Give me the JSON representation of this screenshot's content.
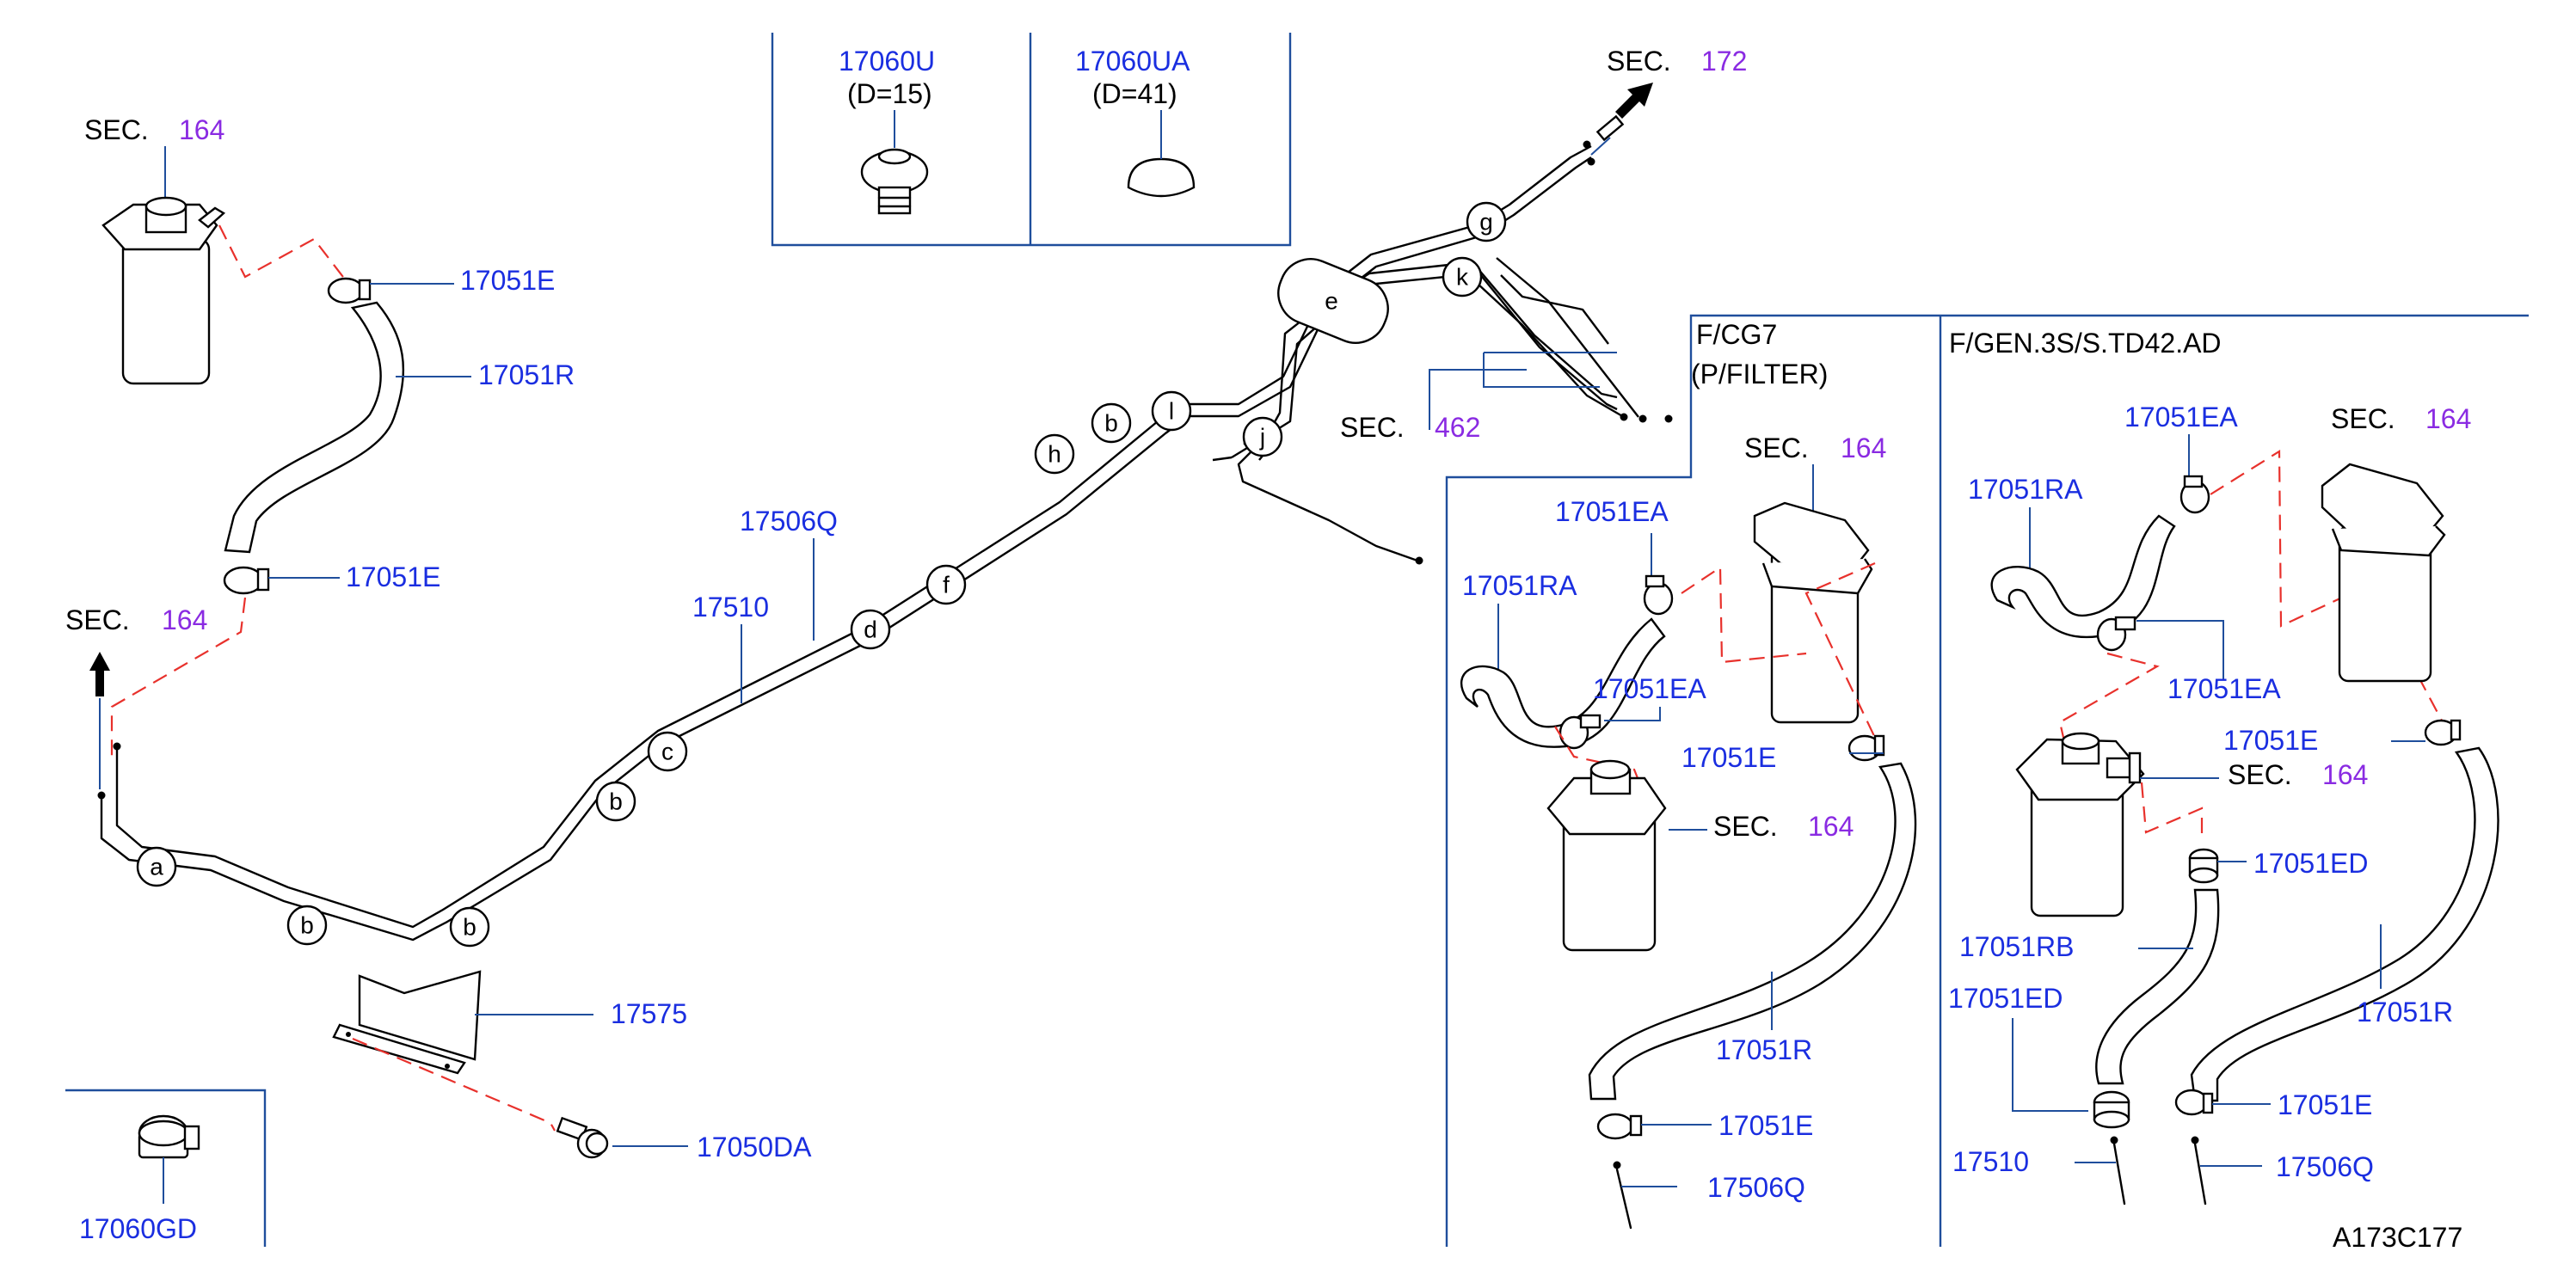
{
  "sec_word": "SEC.",
  "sec_numbers": {
    "s164": "164",
    "s172": "172",
    "s462": "462"
  },
  "part_numbers": {
    "p17060U": "17060U",
    "p17060UA": "17060UA",
    "p17051E": "17051E",
    "p17051R": "17051R",
    "p17506Q": "17506Q",
    "p17510": "17510",
    "p17575": "17575",
    "p17050DA": "17050DA",
    "p17060GD": "17060GD",
    "p17051EA": "17051EA",
    "p17051RA": "17051RA",
    "p17051ED": "17051ED",
    "p17051RB": "17051RB"
  },
  "dimensions": {
    "d15": "(D=15)",
    "d41": "(D=41)"
  },
  "variants": {
    "cg7_line1": "F/CG7",
    "cg7_line2": "(P/FILTER)",
    "gen3s": "F/GEN.3S/S.TD42.AD"
  },
  "clip_letters": [
    "a",
    "b",
    "c",
    "d",
    "e",
    "f",
    "g",
    "h",
    "j",
    "k",
    "l"
  ],
  "diagram_id": "A173C177",
  "colors": {
    "part_number": "#1a2ee0",
    "sec_number": "#8a2be2",
    "leader": "#1f4e9c",
    "dashed_link": "#e8312c"
  }
}
